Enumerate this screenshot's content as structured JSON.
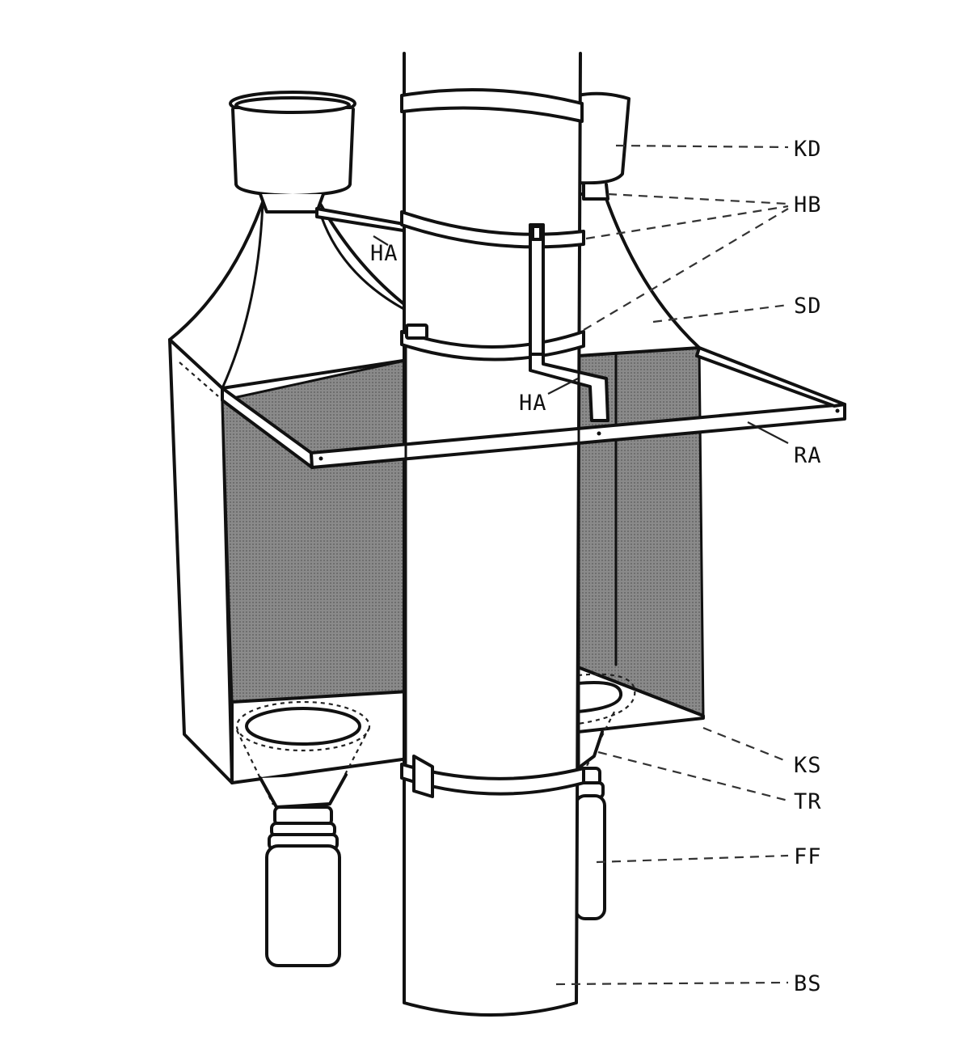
{
  "labels": {
    "KD": "KD",
    "HB": "HB",
    "HA_left": "HA",
    "SD": "SD",
    "HA_right": "HA",
    "RA": "RA",
    "KS": "KS",
    "TR": "TR",
    "FF": "FF",
    "BS": "BS"
  },
  "colors": {
    "ink": "#111111",
    "net": "#7d7d7d",
    "net_dark": "#6a6a6a",
    "paper": "#ffffff"
  }
}
